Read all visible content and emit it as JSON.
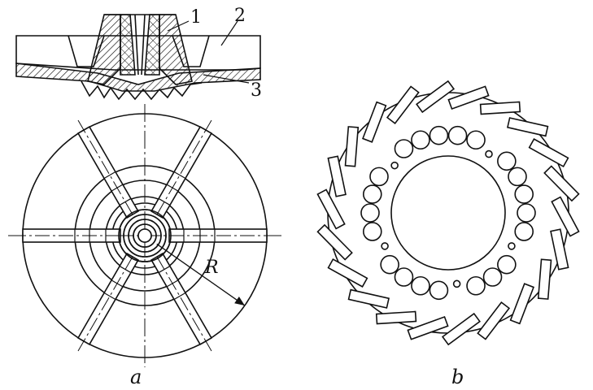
{
  "figure_a": {
    "caption": "a",
    "callouts": [
      "1",
      "2",
      "3"
    ],
    "radius_label": "R",
    "spokes": 6
  },
  "figure_b": {
    "caption": "b",
    "blade_count": 22,
    "hole_count": 26
  },
  "colors": {
    "ink": "#111111",
    "paper": "#ffffff"
  }
}
